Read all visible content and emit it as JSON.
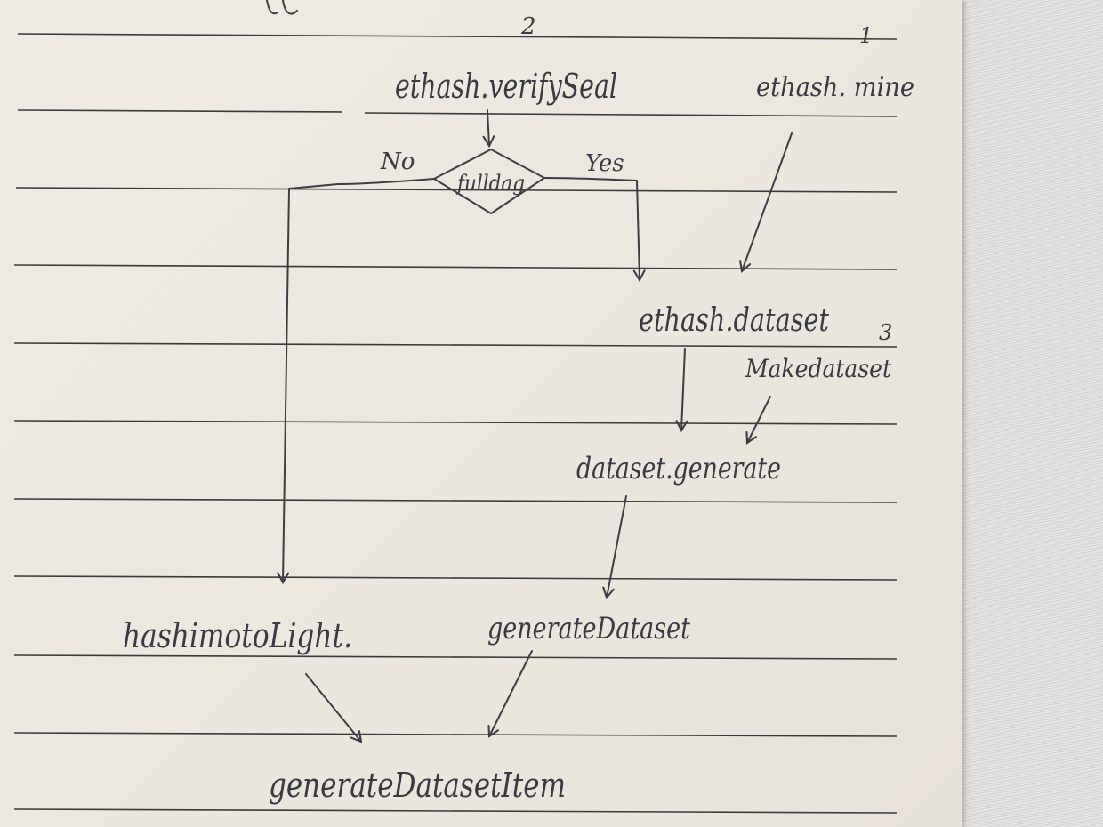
{
  "nodes": {
    "verify_seal": "ethash.verifySeal",
    "mine": "ethash. mine",
    "decision": "fulldag",
    "dataset": "ethash.dataset",
    "make_dataset": "Makedataset",
    "dataset_generate": "dataset.generate",
    "generate_dataset": "generateDataset",
    "hashimoto_light": "hashimotoLight.",
    "generate_dataset_item": "generateDatasetItem"
  },
  "branch_labels": {
    "no": "No",
    "yes": "Yes"
  },
  "step_numbers": {
    "one": "1",
    "two": "2",
    "three": "3"
  },
  "colors": {
    "ink": "#3d3d44",
    "paper": "#ece8df",
    "ruled_line": "#3a3a3a"
  }
}
